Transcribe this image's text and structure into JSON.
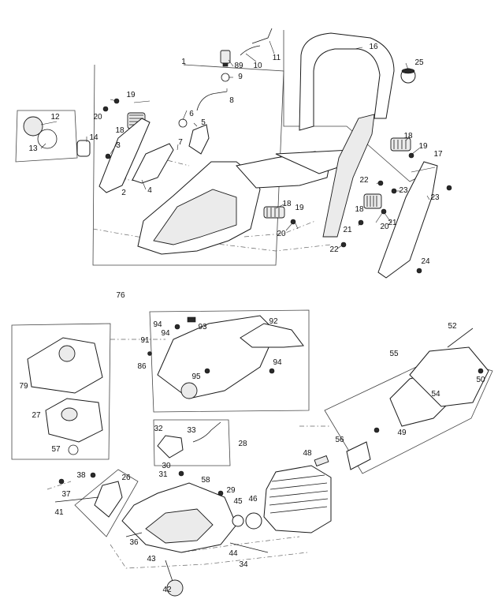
{
  "callouts": [
    "1",
    "2",
    "3",
    "4",
    "5",
    "6",
    "7",
    "8",
    "9",
    "10",
    "11",
    "12",
    "13",
    "14",
    "16",
    "17",
    "18",
    "18",
    "18",
    "18",
    "19",
    "19",
    "19",
    "20",
    "20",
    "20",
    "21",
    "21",
    "22",
    "22",
    "23",
    "23",
    "24",
    "25",
    "26",
    "27",
    "28",
    "29",
    "30",
    "31",
    "32",
    "33",
    "34",
    "36",
    "37",
    "38",
    "41",
    "42",
    "43",
    "44",
    "45",
    "46",
    "48",
    "49",
    "50",
    "52",
    "54",
    "55",
    "56",
    "57",
    "58",
    "76",
    "79",
    "89",
    "86",
    "91",
    "92",
    "93",
    "94",
    "94",
    "94",
    "95"
  ],
  "colors": {
    "line": "#1a1a1a",
    "fill": "#ffffff",
    "shade": "#ebebeb"
  }
}
